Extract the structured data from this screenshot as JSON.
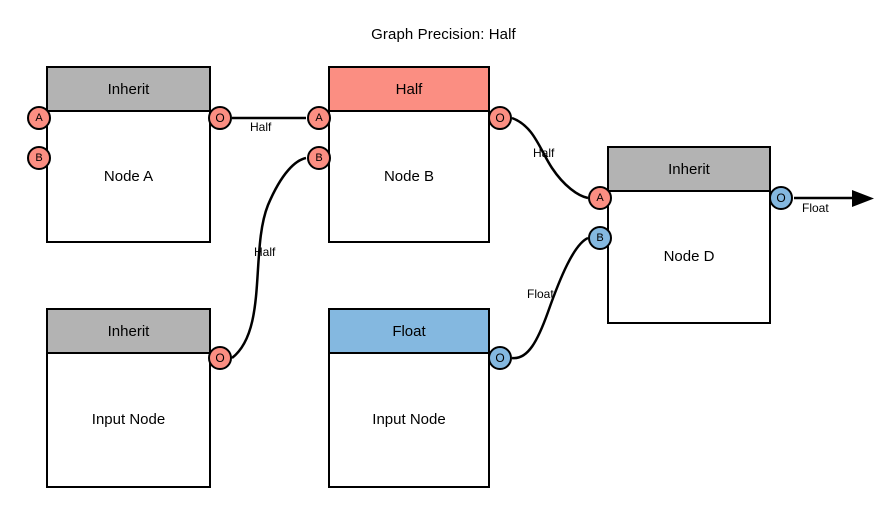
{
  "title": "Graph Precision: Half",
  "colors": {
    "inherit_header": "#b3b3b3",
    "half_header": "#fb8e82",
    "float_header": "#84b8e0",
    "half_port": "#fb8e82",
    "float_port": "#84b8e0",
    "stroke": "#000000",
    "background": "#ffffff"
  },
  "nodes": [
    {
      "id": "node-a",
      "header": "Inherit",
      "header_type": "inherit",
      "body": "Node A",
      "inputs": [
        {
          "label": "A",
          "type": "half"
        },
        {
          "label": "B",
          "type": "half"
        }
      ],
      "outputs": [
        {
          "label": "O",
          "type": "half"
        }
      ]
    },
    {
      "id": "node-b",
      "header": "Half",
      "header_type": "half",
      "body": "Node B",
      "inputs": [
        {
          "label": "A",
          "type": "half"
        },
        {
          "label": "B",
          "type": "half"
        }
      ],
      "outputs": [
        {
          "label": "O",
          "type": "half"
        }
      ]
    },
    {
      "id": "node-d",
      "header": "Inherit",
      "header_type": "inherit",
      "body": "Node D",
      "inputs": [
        {
          "label": "A",
          "type": "half"
        },
        {
          "label": "B",
          "type": "float"
        }
      ],
      "outputs": [
        {
          "label": "O",
          "type": "float"
        }
      ]
    },
    {
      "id": "input-node-1",
      "header": "Inherit",
      "header_type": "inherit",
      "body": "Input Node",
      "inputs": [],
      "outputs": [
        {
          "label": "O",
          "type": "half"
        }
      ]
    },
    {
      "id": "input-node-2",
      "header": "Float",
      "header_type": "float",
      "body": "Input Node",
      "inputs": [],
      "outputs": [
        {
          "label": "O",
          "type": "float"
        }
      ]
    }
  ],
  "edges": [
    {
      "id": "edge-a-o-to-b-a",
      "label": "Half",
      "from": "node-a.O",
      "to": "node-b.A"
    },
    {
      "id": "edge-in1-o-to-b-b",
      "label": "Half",
      "from": "input-node-1.O",
      "to": "node-b.B"
    },
    {
      "id": "edge-b-o-to-d-a",
      "label": "Half",
      "from": "node-b.O",
      "to": "node-d.A"
    },
    {
      "id": "edge-in2-o-to-d-b",
      "label": "Float",
      "from": "input-node-2.O",
      "to": "node-d.B"
    },
    {
      "id": "edge-d-o-output",
      "label": "Float",
      "from": "node-d.O",
      "to": "graph-output"
    }
  ]
}
